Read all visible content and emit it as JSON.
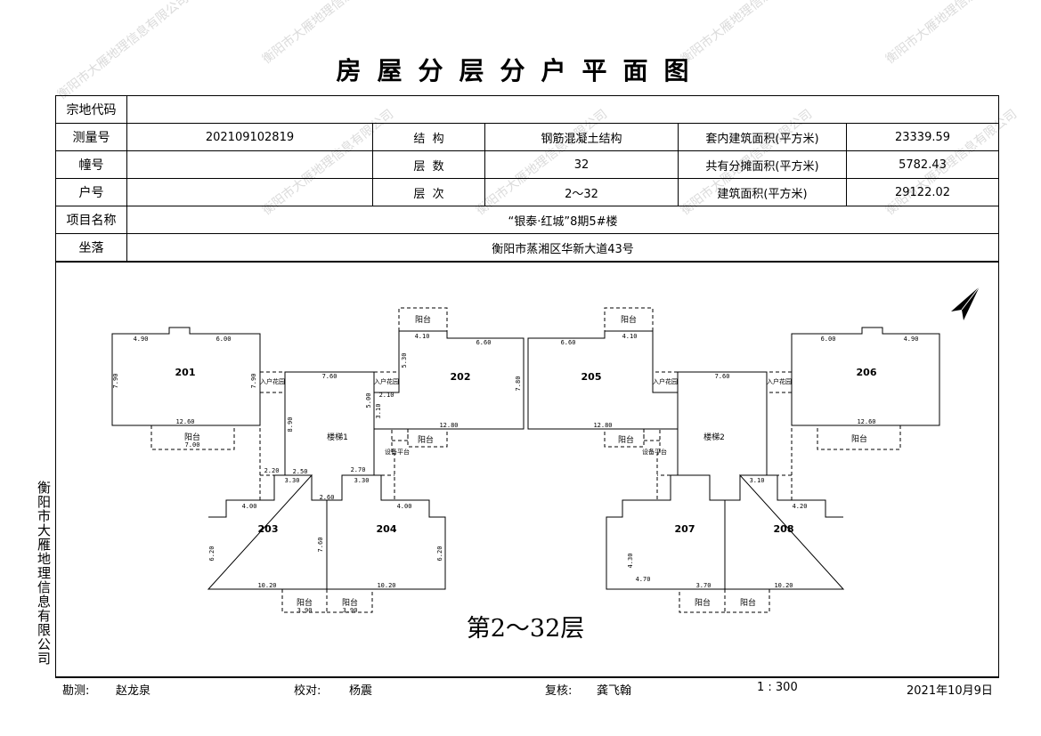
{
  "title": "房屋分层分户平面图",
  "watermark": "衡阳市大雁地理信息有限公司",
  "table": {
    "parcel_code_label": "宗地代码",
    "parcel_code": "",
    "survey_no_label": "测量号",
    "survey_no": "202109102819",
    "structure_label": "结  构",
    "structure": "钢筋混凝土结构",
    "inner_area_label": "套内建筑面积(平方米)",
    "inner_area": "23339.59",
    "building_no_label": "幢号",
    "building_no": "",
    "floors_label": "层  数",
    "floors": "32",
    "shared_area_label": "共有分摊面积(平方米)",
    "shared_area": "5782.43",
    "unit_no_label": "户号",
    "unit_no": "",
    "floor_range_label": "层  次",
    "floor_range": "2～32",
    "build_area_label": "建筑面积(平方米)",
    "build_area": "29122.02",
    "project_label": "项目名称",
    "project": "“银泰·红城”8期5#楼",
    "location_label": "坐落",
    "location": "衡阳市蒸湘区华新大道43号"
  },
  "plan": {
    "rooms": [
      "201",
      "202",
      "203",
      "204",
      "205",
      "206",
      "207",
      "208"
    ],
    "stairs": [
      "楼梯1",
      "楼梯2"
    ],
    "balcony": "阳台",
    "garden": "入户花园",
    "equipment": "设备平台",
    "floor_caption": "第2～32层",
    "dims": [
      "4.90",
      "6.00",
      "7.90",
      "7.90",
      "12.60",
      "7.00",
      "7.60",
      "8.90",
      "5.00",
      "3.10",
      "2.10",
      "4.10",
      "6.60",
      "5.30",
      "7.80",
      "12.80",
      "2.20",
      "2.50",
      "3.30",
      "2.60",
      "3.30",
      "2.70",
      "4.00",
      "4.00",
      "6.20",
      "7.60",
      "6.20",
      "10.20",
      "10.20",
      "3.90",
      "3.90",
      "4.70",
      "3.70",
      "4.30",
      "4.20",
      "3.10"
    ]
  },
  "footer": {
    "survey_label": "勘测:",
    "surveyor": "赵龙泉",
    "check_label": "校对:",
    "checker": "杨震",
    "review_label": "复核:",
    "reviewer": "龚飞翰",
    "scale": "1 : 300",
    "date": "2021年10月9日"
  },
  "side_text": "衡阳市大雁地理信息有限公司"
}
